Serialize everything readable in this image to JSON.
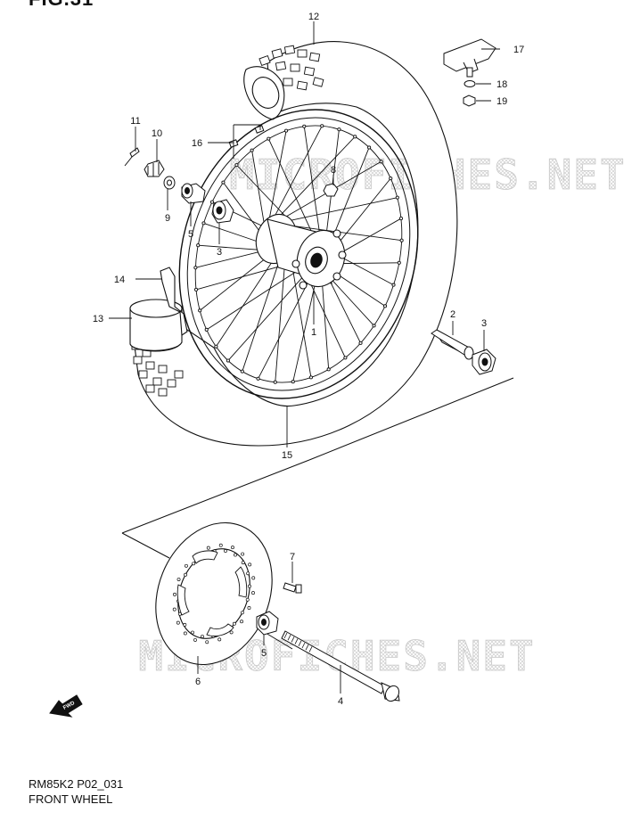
{
  "figure_title": "FIG.31",
  "watermark": "MICROFICHES.NET",
  "fwd_label": "FWD",
  "caption": {
    "code": "RM85K2 P02_031",
    "name": "FRONT WHEEL"
  },
  "parts": {
    "p1": "1",
    "p2": "2",
    "p3a": "3",
    "p3b": "3",
    "p4": "4",
    "p5a": "5",
    "p5b": "5",
    "p6": "6",
    "p7": "7",
    "p8": "8",
    "p9": "9",
    "p10": "10",
    "p11": "11",
    "p12": "12",
    "p13": "13",
    "p14": "14",
    "p15": "15",
    "p16": "16",
    "p17": "17",
    "p18": "18",
    "p19": "19"
  }
}
